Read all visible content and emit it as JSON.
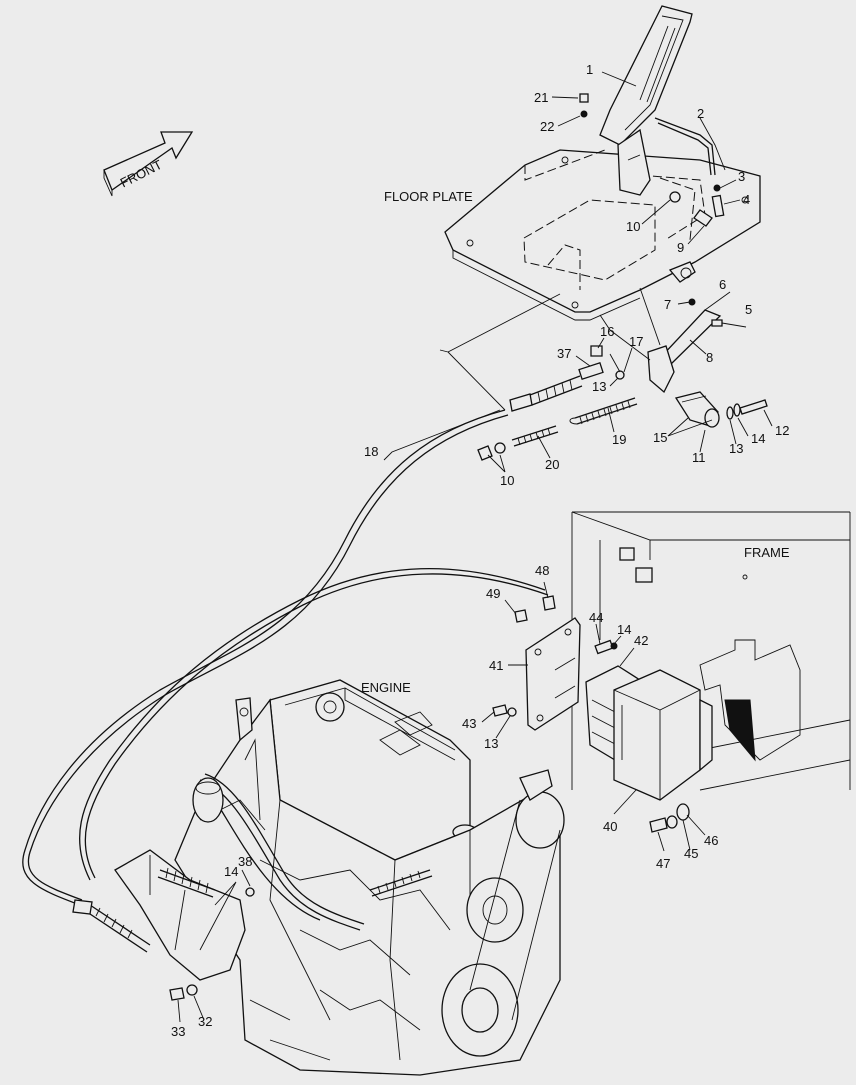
{
  "labels": {
    "front": "FRONT",
    "floor_plate": "FLOOR PLATE",
    "frame": "FRAME",
    "engine": "ENGINE"
  },
  "callouts": {
    "c1": "1",
    "c2": "2",
    "c3": "3",
    "c4": "4",
    "c5": "5",
    "c6": "6",
    "c7": "7",
    "c8": "8",
    "c9": "9",
    "c10a": "10",
    "c10b": "10",
    "c11": "11",
    "c12": "12",
    "c13a": "13",
    "c13b": "13",
    "c13c": "13",
    "c14a": "14",
    "c14b": "14",
    "c14c": "14",
    "c15": "15",
    "c16": "16",
    "c17": "17",
    "c18": "18",
    "c19": "19",
    "c20": "20",
    "c21": "21",
    "c22": "22",
    "c32": "32",
    "c33": "33",
    "c37": "37",
    "c38": "38",
    "c40": "40",
    "c41": "41",
    "c42": "42",
    "c43": "43",
    "c44": "44",
    "c45": "45",
    "c46": "46",
    "c47": "47",
    "c48": "48",
    "c49": "49"
  }
}
